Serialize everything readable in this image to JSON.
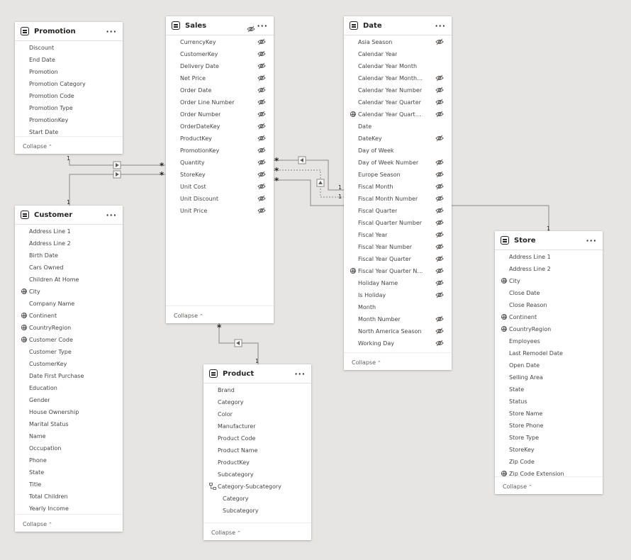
{
  "tables": [
    {
      "id": "promotion",
      "title": "Promotion",
      "collapse_label": "Collapse",
      "fields": [
        {
          "name": "Discount"
        },
        {
          "name": "End Date"
        },
        {
          "name": "Promotion"
        },
        {
          "name": "Promotion Category"
        },
        {
          "name": "Promotion Code"
        },
        {
          "name": "Promotion Type"
        },
        {
          "name": "PromotionKey"
        },
        {
          "name": "Start Date"
        }
      ]
    },
    {
      "id": "customer",
      "title": "Customer",
      "collapse_label": "Collapse",
      "fields": [
        {
          "name": "Address Line 1"
        },
        {
          "name": "Address Line 2"
        },
        {
          "name": "Birth Date"
        },
        {
          "name": "Cars Owned"
        },
        {
          "name": "Children At Home"
        },
        {
          "name": "City",
          "globe": true
        },
        {
          "name": "Company Name"
        },
        {
          "name": "Continent",
          "globe": true
        },
        {
          "name": "CountryRegion",
          "globe": true
        },
        {
          "name": "Customer Code",
          "globe": true
        },
        {
          "name": "Customer Type"
        },
        {
          "name": "CustomerKey"
        },
        {
          "name": "Date First Purchase"
        },
        {
          "name": "Education"
        },
        {
          "name": "Gender"
        },
        {
          "name": "House Ownership"
        },
        {
          "name": "Marital Status"
        },
        {
          "name": "Name"
        },
        {
          "name": "Occupation"
        },
        {
          "name": "Phone"
        },
        {
          "name": "State"
        },
        {
          "name": "Title"
        },
        {
          "name": "Total Children"
        },
        {
          "name": "Yearly Income"
        }
      ]
    },
    {
      "id": "sales",
      "title": "Sales",
      "collapse_label": "Collapse",
      "header_hidden": true,
      "fields": [
        {
          "name": "CurrencyKey",
          "hidden": true
        },
        {
          "name": "CustomerKey",
          "hidden": true
        },
        {
          "name": "Delivery Date",
          "hidden": true
        },
        {
          "name": "Net Price",
          "hidden": true
        },
        {
          "name": "Order Date",
          "hidden": true
        },
        {
          "name": "Order Line Number",
          "hidden": true
        },
        {
          "name": "Order Number",
          "hidden": true
        },
        {
          "name": "OrderDateKey",
          "hidden": true
        },
        {
          "name": "ProductKey",
          "hidden": true
        },
        {
          "name": "PromotionKey",
          "hidden": true
        },
        {
          "name": "Quantity",
          "hidden": true
        },
        {
          "name": "StoreKey",
          "hidden": true
        },
        {
          "name": "Unit Cost",
          "hidden": true
        },
        {
          "name": "Unit Discount",
          "hidden": true
        },
        {
          "name": "Unit Price",
          "hidden": true
        }
      ]
    },
    {
      "id": "product",
      "title": "Product",
      "collapse_label": "Collapse",
      "fields": [
        {
          "name": "Brand"
        },
        {
          "name": "Category"
        },
        {
          "name": "Color"
        },
        {
          "name": "Manufacturer"
        },
        {
          "name": "Product Code"
        },
        {
          "name": "Product Name"
        },
        {
          "name": "ProductKey"
        },
        {
          "name": "Subcategory"
        },
        {
          "name": "Category-Subcategory",
          "hierarchy": true
        },
        {
          "name": "Category",
          "sub": true
        },
        {
          "name": "Subcategory",
          "sub": true
        }
      ]
    },
    {
      "id": "date",
      "title": "Date",
      "collapse_label": "Collapse",
      "fields": [
        {
          "name": "Asia Season",
          "hidden": true
        },
        {
          "name": "Calendar Year"
        },
        {
          "name": "Calendar Year Month"
        },
        {
          "name": "Calendar Year Month Nu...",
          "hidden": true
        },
        {
          "name": "Calendar Year Number",
          "hidden": true
        },
        {
          "name": "Calendar Year Quarter",
          "hidden": true
        },
        {
          "name": "Calendar Year Quarter N...",
          "globe": true,
          "hidden": true
        },
        {
          "name": "Date"
        },
        {
          "name": "DateKey",
          "hidden": true
        },
        {
          "name": "Day of Week"
        },
        {
          "name": "Day of Week Number",
          "hidden": true
        },
        {
          "name": "Europe Season",
          "hidden": true
        },
        {
          "name": "Fiscal Month",
          "hidden": true
        },
        {
          "name": "Fiscal Month Number",
          "hidden": true
        },
        {
          "name": "Fiscal Quarter",
          "hidden": true
        },
        {
          "name": "Fiscal Quarter Number",
          "hidden": true
        },
        {
          "name": "Fiscal Year",
          "hidden": true
        },
        {
          "name": "Fiscal Year Number",
          "hidden": true
        },
        {
          "name": "Fiscal Year Quarter",
          "hidden": true
        },
        {
          "name": "Fiscal Year Quarter Numb...",
          "globe": true,
          "hidden": true
        },
        {
          "name": "Holiday Name",
          "hidden": true
        },
        {
          "name": "Is Holiday",
          "hidden": true
        },
        {
          "name": "Month"
        },
        {
          "name": "Month Number",
          "hidden": true
        },
        {
          "name": "North America Season",
          "hidden": true
        },
        {
          "name": "Working Day",
          "hidden": true
        }
      ]
    },
    {
      "id": "store",
      "title": "Store",
      "collapse_label": "Collapse",
      "fields": [
        {
          "name": "Address Line 1"
        },
        {
          "name": "Address Line 2"
        },
        {
          "name": "City",
          "globe": true
        },
        {
          "name": "Close Date"
        },
        {
          "name": "Close Reason"
        },
        {
          "name": "Continent",
          "globe": true
        },
        {
          "name": "CountryRegion",
          "globe": true
        },
        {
          "name": "Employees"
        },
        {
          "name": "Last Remodel Date"
        },
        {
          "name": "Open Date"
        },
        {
          "name": "Selling Area"
        },
        {
          "name": "State"
        },
        {
          "name": "Status"
        },
        {
          "name": "Store Name"
        },
        {
          "name": "Store Phone"
        },
        {
          "name": "Store Type"
        },
        {
          "name": "StoreKey"
        },
        {
          "name": "Zip Code"
        },
        {
          "name": "Zip Code Extension",
          "globe": true
        }
      ]
    }
  ],
  "relationship_labels": {
    "one": "1",
    "many": "*"
  },
  "more_icon": "···",
  "colors": {
    "canvas": "#e6e5e3",
    "card": "#ffffff",
    "line": "#807e7b"
  }
}
